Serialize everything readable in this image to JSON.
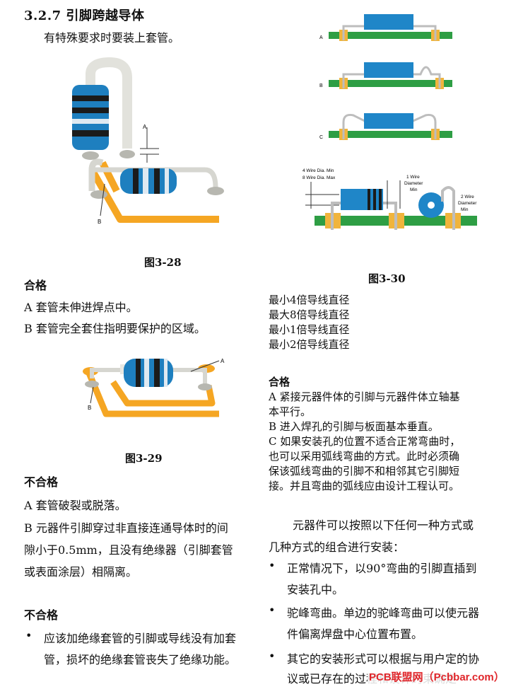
{
  "section_title": "3.2.7 引脚跨越导体",
  "intro": "有特殊要求时要装上套管。",
  "fig28": {
    "caption": "图3-28",
    "label_a": "A",
    "label_b": "B"
  },
  "accept1": {
    "heading": "合格",
    "items": [
      "A 套管未伸进焊点中。",
      "B 套管完全套住指明要保护的区域。"
    ]
  },
  "fig29": {
    "caption": "图3-29",
    "label_a": "A",
    "label_b": "B"
  },
  "reject1": {
    "heading": "不合格",
    "line_a": "A 套管破裂或脱落。",
    "line_b1": "B 元器件引脚穿过非直接连通导体时的间",
    "line_b2": "隙小于0.5mm，且没有绝缘器（引脚套管",
    "line_b3": "或表面涂层）相隔离。"
  },
  "reject2": {
    "heading": "不合格",
    "bullet_line1": "应该加绝缘套管的引脚或导线没有加套",
    "bullet_line2": "管，损坏的绝缘套管丧失了绝缘功能。"
  },
  "fig30": {
    "caption": "图3-30",
    "row_labels": [
      "A",
      "B",
      "C"
    ],
    "lbl_4wire_min": "4 Wire Dia. Min",
    "lbl_8wire_max": "8 Wire Dia. Max",
    "lbl_1wire": [
      "1 Wire",
      "Diameter",
      "Min"
    ],
    "lbl_2wire": [
      "2 Wire",
      "Diameter",
      "Min"
    ]
  },
  "fig30_notes": [
    "最小4倍导线直径",
    "最大8倍导线直径",
    "最小1倍导线直径",
    "最小2倍导线直径"
  ],
  "accept2": {
    "heading": "合格",
    "a1": "A  紧接元器件体的引脚与元器件体立轴基",
    "a2": "本平行。",
    "b": "B  进入焊孔的引脚与板面基本垂直。",
    "c1": "C  如果安装孔的位置不适合正常弯曲时，",
    "c2": "也可以采用弧线弯曲的方式。此时必须确",
    "c3": "保该弧线弯曲的引脚不和相邻其它引脚短",
    "c4": "接。并且弯曲的弧线应由设计工程认可。"
  },
  "mount": {
    "intro1": "元器件可以按照以下任何一种方式或",
    "intro2": "几种方式的组合进行安装：",
    "b1_1": "正常情况下，以90°弯曲的引脚直插到",
    "b1_2": "安装孔中。",
    "b2_1": "驼峰弯曲。单边的驼峰弯曲可以使元器",
    "b2_2": "件偏离焊盘中心位置布置。",
    "b3_1": "其它的安装形式可以根据与用户定的协",
    "b3_2": "议或已存在的过程和设计约束确定"
  },
  "watermark": "PCB联盟网（Pcbbar.com）"
}
